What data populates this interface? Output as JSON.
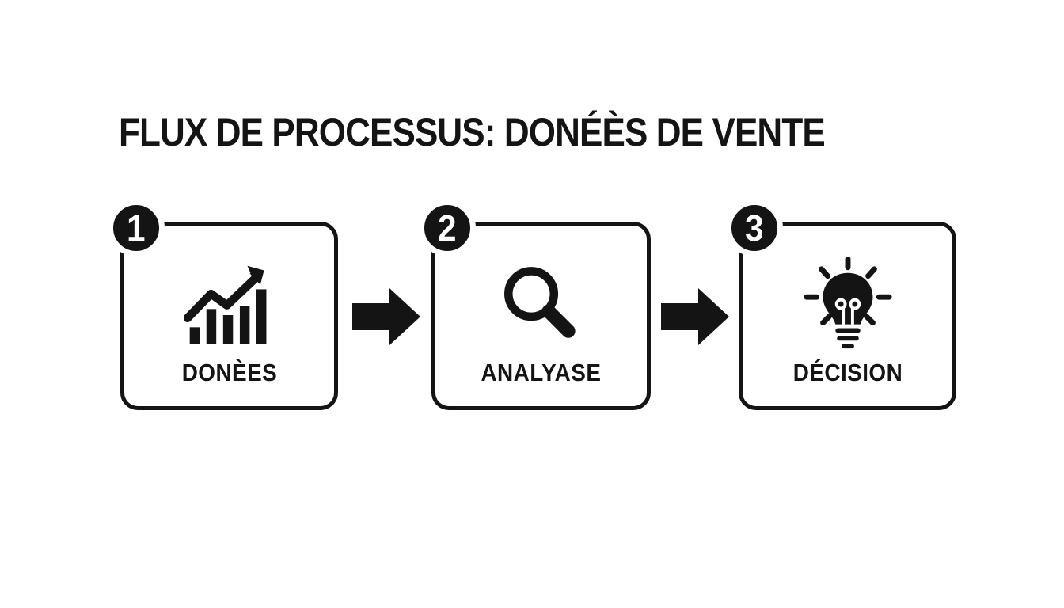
{
  "title": "FLUX DE PROCESSUS: DONÉÈS DE VENTE",
  "steps": [
    {
      "number": "1",
      "label": "DONÈES",
      "icon": "trend-bar-chart-icon"
    },
    {
      "number": "2",
      "label": "ANALYASE",
      "icon": "magnifying-glass-icon"
    },
    {
      "number": "3",
      "label": "DÉCISION",
      "icon": "lightbulb-icon"
    }
  ],
  "colors": {
    "ink": "#141414",
    "background": "#ffffff"
  }
}
